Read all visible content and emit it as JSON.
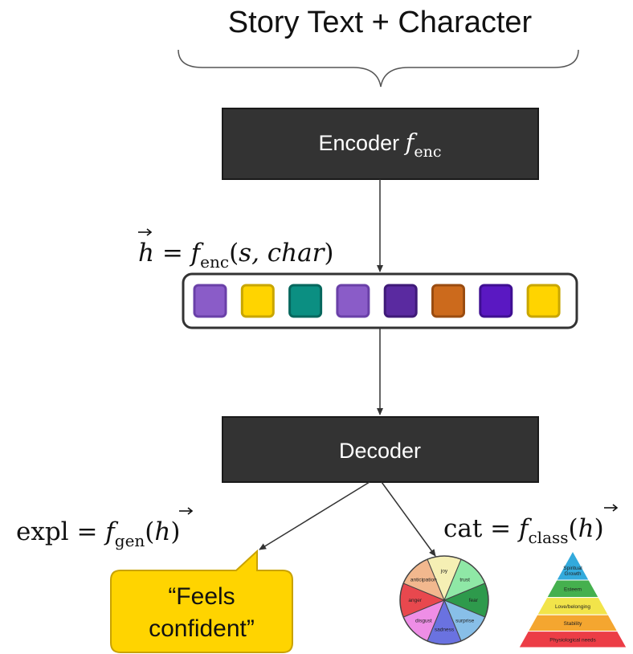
{
  "input_label": "Story Text + Character",
  "encoder": {
    "label": "Encoder ",
    "f": "f",
    "sub": "enc"
  },
  "hidden_eq": {
    "h": "h",
    "eq": " = ",
    "f": "f",
    "sub": "enc",
    "open": "(",
    "args": "s, char",
    "close": ")"
  },
  "embedding_colors": [
    "#8a5cc8",
    "#ffd400",
    "#0b8f82",
    "#8a5cc8",
    "#5a2aa0",
    "#cc6a1c",
    "#5a18c2",
    "#ffd400"
  ],
  "embedding_border_colors": [
    "#6a40a8",
    "#c9a600",
    "#06675d",
    "#6a40a8",
    "#3f1a78",
    "#9a4c10",
    "#3f0f92",
    "#c9a600"
  ],
  "decoder": {
    "label": "Decoder"
  },
  "expl_eq": {
    "lhs": "expl",
    "eq": " = ",
    "f": "f",
    "sub": "gen",
    "open": "(",
    "h": "h",
    "close": ")"
  },
  "cat_eq": {
    "lhs": "cat",
    "eq": " = ",
    "f": "f",
    "sub": "class",
    "open": "(",
    "h": "h",
    "close": ")"
  },
  "speech_bubble": {
    "line1": "“Feels",
    "line2": "confident”",
    "color": "#ffd400"
  },
  "plutchik_wheel": {
    "segments": [
      {
        "label": "joy",
        "color": "#f5efb4"
      },
      {
        "label": "trust",
        "color": "#8fe8a6"
      },
      {
        "label": "fear",
        "color": "#2e9a4c"
      },
      {
        "label": "surprise",
        "color": "#88bfe8"
      },
      {
        "label": "sadness",
        "color": "#6a72e0"
      },
      {
        "label": "disgust",
        "color": "#ee8ee6"
      },
      {
        "label": "anger",
        "color": "#e8484e"
      },
      {
        "label": "anticipation",
        "color": "#f2b88e"
      }
    ]
  },
  "maslow_pyramid": {
    "levels": [
      {
        "label": "Spiritual\nGrowth",
        "color": "#33aadc"
      },
      {
        "label": "Esteem",
        "color": "#45b04e"
      },
      {
        "label": "Love/belonging",
        "color": "#f2e44a"
      },
      {
        "label": "Stability",
        "color": "#f4a630"
      },
      {
        "label": "Physiological needs",
        "color": "#ec3d46"
      }
    ]
  }
}
